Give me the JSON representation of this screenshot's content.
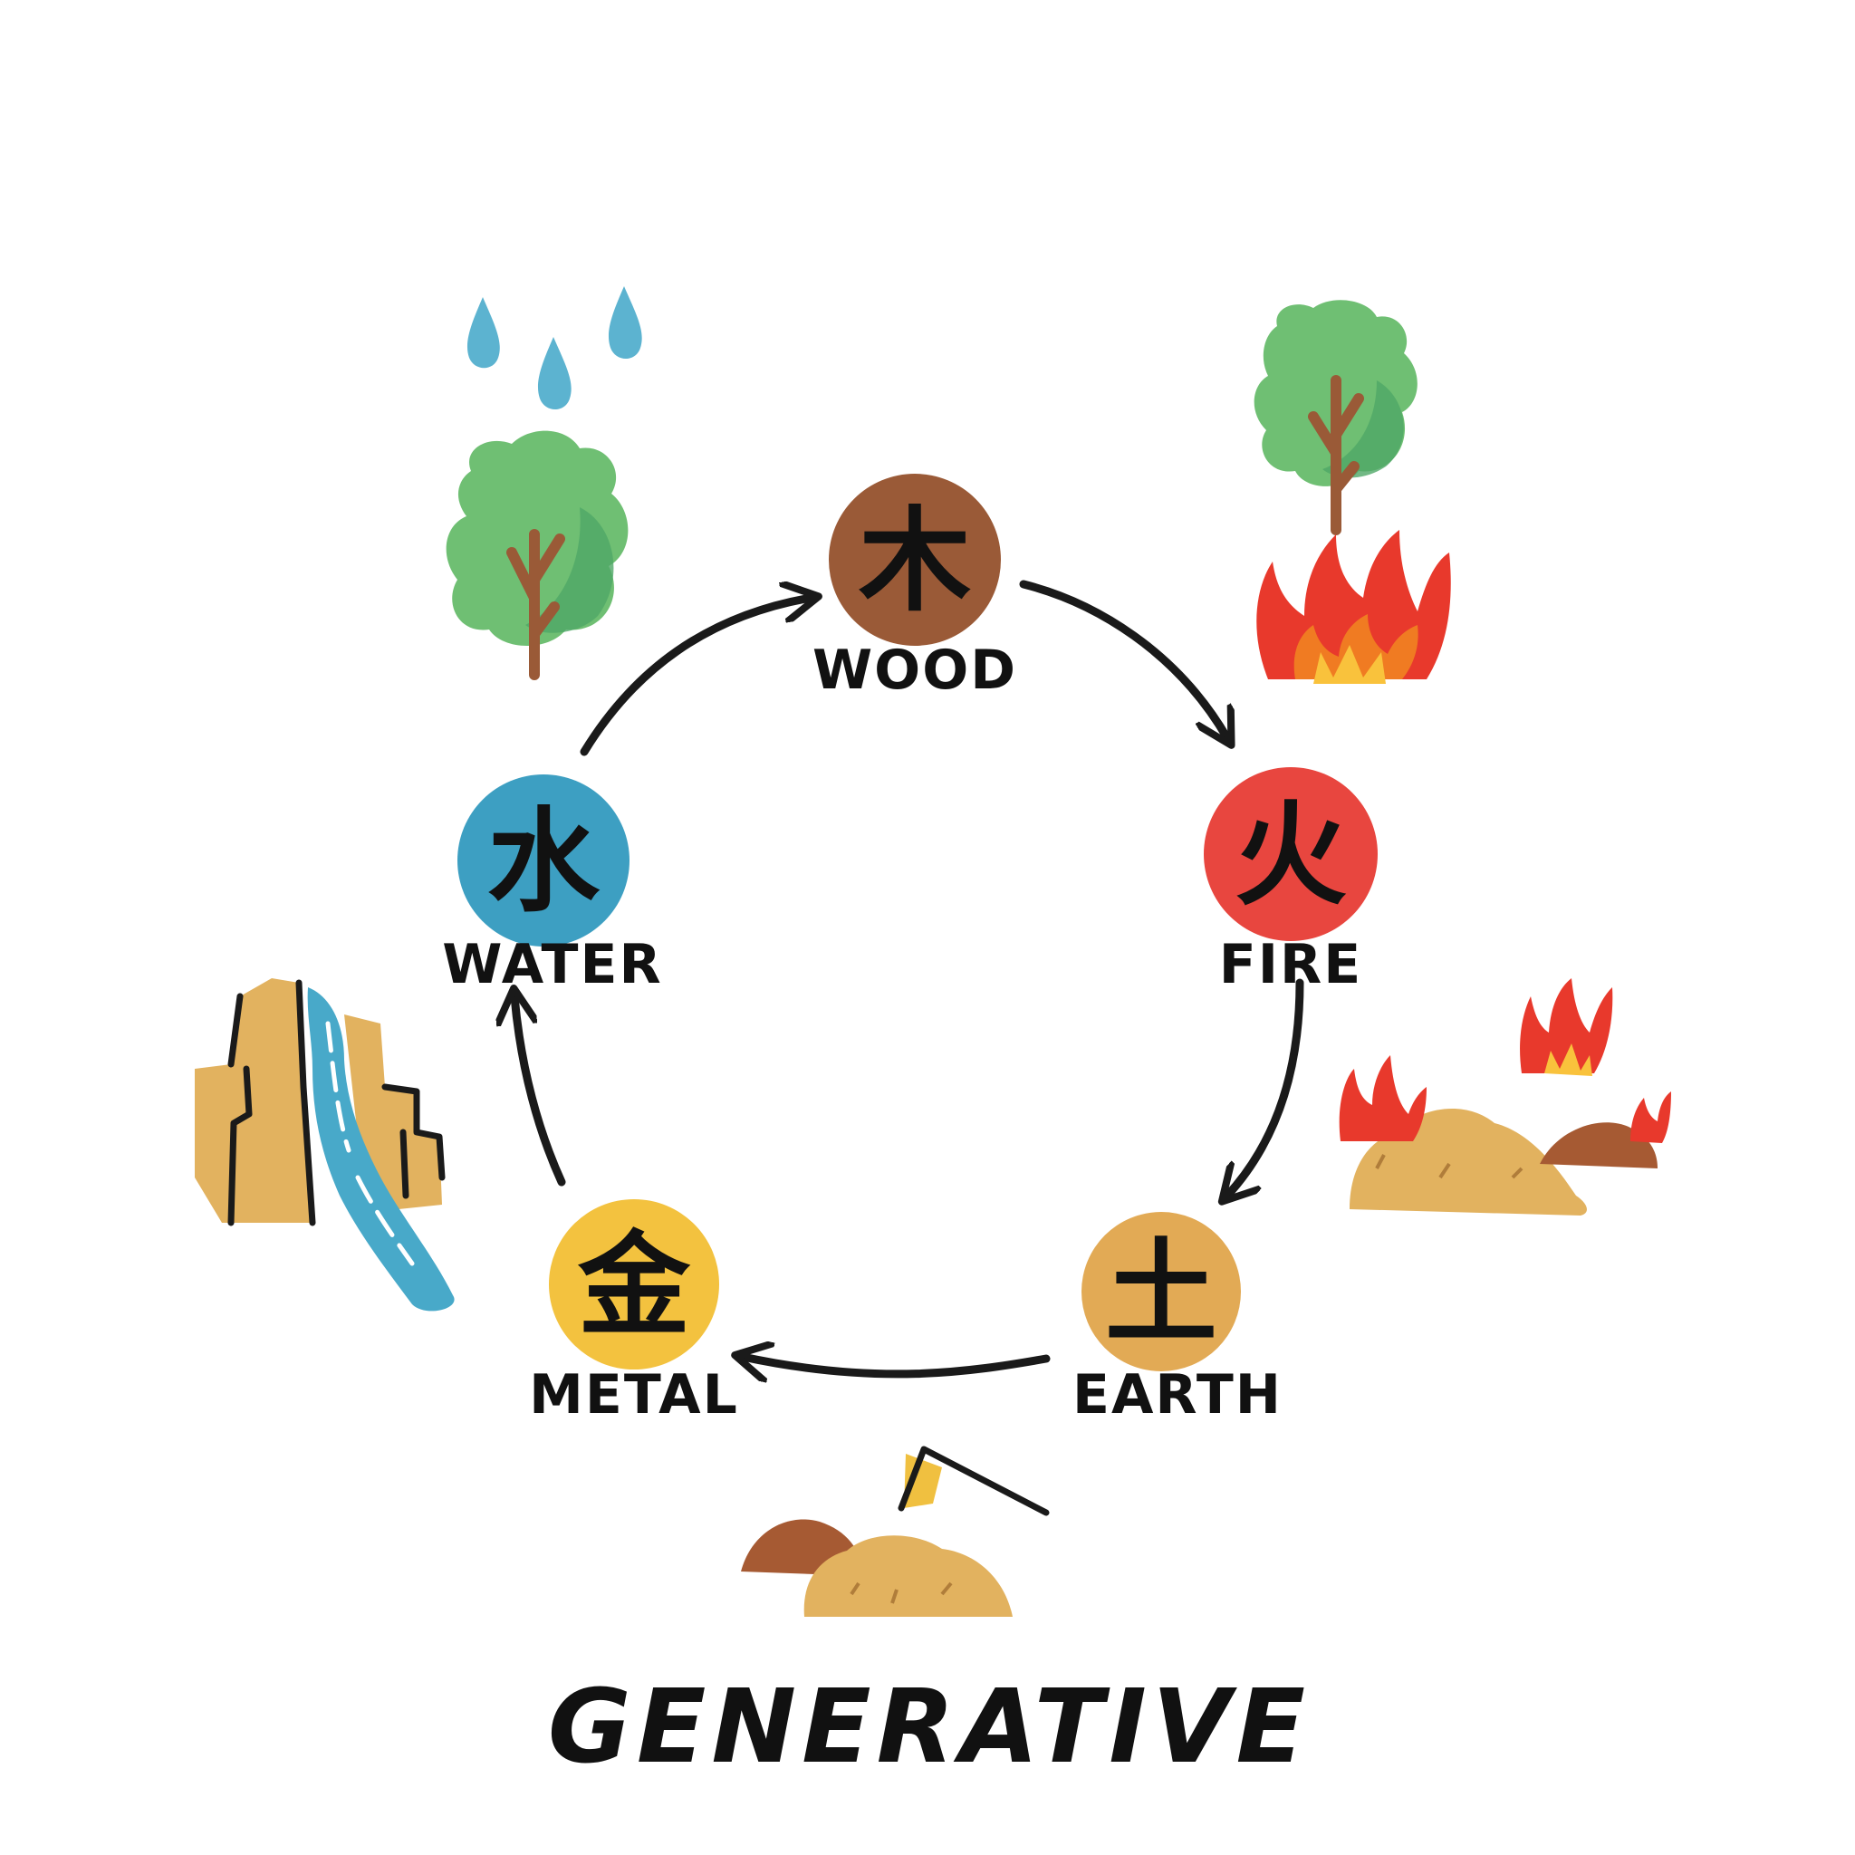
{
  "title": "GENERATIVE",
  "colors": {
    "wood": "#9a5a37",
    "fire": "#e8463f",
    "earth": "#e2aa55",
    "metal": "#f3c23f",
    "water": "#3d9fc2",
    "leaf": "#6fbf73",
    "leaf_dark": "#4fa867",
    "trunk": "#9a5a37",
    "flame_red": "#e8392c",
    "flame_orange": "#f07b22",
    "flame_yellow": "#f9c23c",
    "sand": "#e2b25f",
    "rock_brown": "#a65a33",
    "gold": "#f0c040",
    "raindrop": "#5cb3d0",
    "river": "#48a9c9"
  },
  "elements": [
    {
      "id": "wood",
      "char": "木",
      "label": "WOOD"
    },
    {
      "id": "fire",
      "char": "火",
      "label": "FIRE"
    },
    {
      "id": "earth",
      "char": "土",
      "label": "EARTH"
    },
    {
      "id": "metal",
      "char": "金",
      "label": "METAL"
    },
    {
      "id": "water",
      "char": "水",
      "label": "WATER"
    }
  ],
  "cycle": [
    {
      "from": "wood",
      "to": "fire"
    },
    {
      "from": "fire",
      "to": "earth"
    },
    {
      "from": "earth",
      "to": "metal"
    },
    {
      "from": "metal",
      "to": "water"
    },
    {
      "from": "water",
      "to": "wood"
    }
  ],
  "illustrations": [
    {
      "name": "rain-on-tree-icon",
      "meaning": "water nourishes wood"
    },
    {
      "name": "tree-on-fire-icon",
      "meaning": "wood feeds fire"
    },
    {
      "name": "burning-earth-icon",
      "meaning": "fire creates earth"
    },
    {
      "name": "gold-in-rocks-icon",
      "meaning": "earth bears metal"
    },
    {
      "name": "waterfall-cliff-icon",
      "meaning": "metal carries water"
    }
  ]
}
